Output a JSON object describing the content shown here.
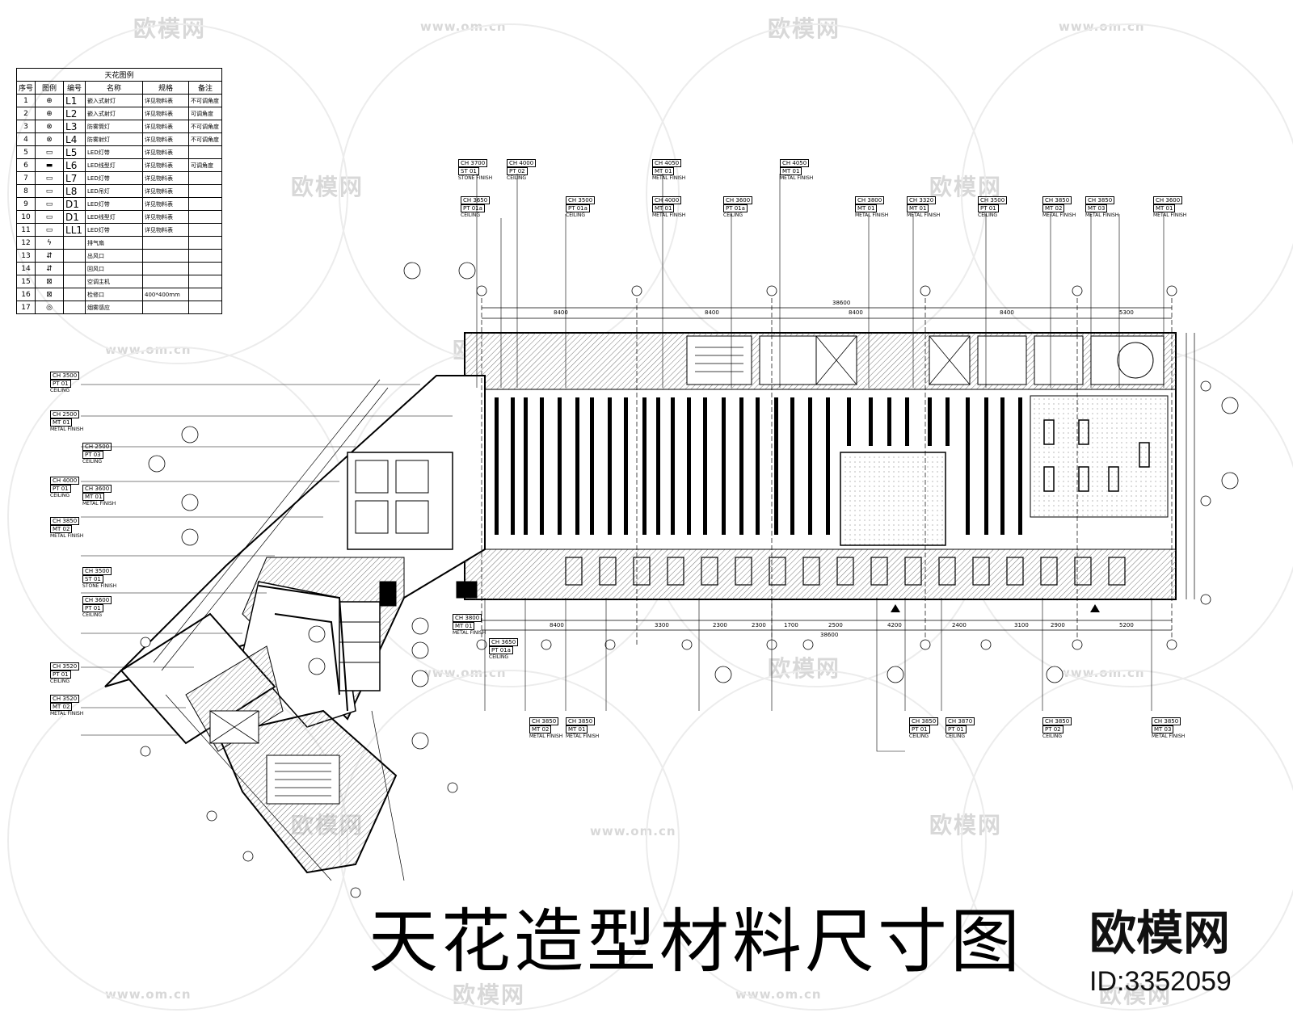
{
  "watermark": {
    "logo": "欧模网",
    "url": "www.om.cn"
  },
  "legend": {
    "title": "天花图例",
    "headers": [
      "序号",
      "图例",
      "编号",
      "名称",
      "规格",
      "备注"
    ],
    "rows": [
      {
        "n": "1",
        "code": "L1",
        "name": "嵌入式射灯",
        "spec": "详见物料表",
        "note": "不可调角度"
      },
      {
        "n": "2",
        "code": "L2",
        "name": "嵌入式射灯",
        "spec": "详见物料表",
        "note": "可调角度"
      },
      {
        "n": "3",
        "code": "L3",
        "name": "防雾筒灯",
        "spec": "详见物料表",
        "note": "不可调角度"
      },
      {
        "n": "4",
        "code": "L4",
        "name": "防雾射灯",
        "spec": "详见物料表",
        "note": "不可调角度"
      },
      {
        "n": "5",
        "code": "L5",
        "name": "LED灯带",
        "spec": "详见物料表",
        "note": ""
      },
      {
        "n": "6",
        "code": "L6",
        "name": "LED线型灯",
        "spec": "详见物料表",
        "note": "可调角度"
      },
      {
        "n": "7",
        "code": "L7",
        "name": "LED灯带",
        "spec": "详见物料表",
        "note": ""
      },
      {
        "n": "8",
        "code": "L8",
        "name": "LED吊灯",
        "spec": "详见物料表",
        "note": ""
      },
      {
        "n": "9",
        "code": "D1",
        "name": "LED灯带",
        "spec": "详见物料表",
        "note": ""
      },
      {
        "n": "10",
        "code": "D1",
        "name": "LED线型灯",
        "spec": "详见物料表",
        "note": ""
      },
      {
        "n": "11",
        "code": "LL1",
        "name": "LED灯带",
        "spec": "详见物料表",
        "note": ""
      },
      {
        "n": "12",
        "code": "",
        "name": "排气扇",
        "spec": "",
        "note": ""
      },
      {
        "n": "13",
        "code": "",
        "name": "出风口",
        "spec": "",
        "note": ""
      },
      {
        "n": "14",
        "code": "",
        "name": "回风口",
        "spec": "",
        "note": ""
      },
      {
        "n": "15",
        "code": "",
        "name": "空调主机",
        "spec": "",
        "note": ""
      },
      {
        "n": "16",
        "code": "",
        "name": "检修口",
        "spec": "400*400mm",
        "note": ""
      },
      {
        "n": "17",
        "code": "",
        "name": "烟雾感应",
        "spec": "",
        "note": ""
      }
    ]
  },
  "dimensions": {
    "top": [
      "8400",
      "8400",
      "8400",
      "8400",
      "5300"
    ],
    "top_total": "38600",
    "bottom": [
      "8400",
      "3300",
      "2300",
      "2300",
      "1700",
      "2500",
      "4200",
      "2400",
      "3100",
      "2900",
      "5200"
    ],
    "bottom_total": "38600"
  },
  "tags": [
    {
      "id": "t1",
      "ch": "CH 3700",
      "code": "ST 01",
      "cap": "STONE FINISH"
    },
    {
      "id": "t2",
      "ch": "CH 4000",
      "code": "PT 02",
      "cap": "CEILING"
    },
    {
      "id": "t3",
      "ch": "CH 3650",
      "code": "PT 01a",
      "cap": "CEILING"
    },
    {
      "id": "t4",
      "ch": "CH 4050",
      "code": "MT 01",
      "cap": "METAL FINISH"
    },
    {
      "id": "t5",
      "ch": "CH 4050",
      "code": "MT 01",
      "cap": "METAL FINISH"
    },
    {
      "id": "t6",
      "ch": "CH 4000",
      "code": "MT 01",
      "cap": "METAL FINISH"
    },
    {
      "id": "t7",
      "ch": "CH 3800",
      "code": "MT 01",
      "cap": "METAL FINISH"
    },
    {
      "id": "t8",
      "ch": "CH 3320",
      "code": "MT 01",
      "cap": "METAL FINISH"
    },
    {
      "id": "t9",
      "ch": "CH 3500",
      "code": "PT 01",
      "cap": "CEILING"
    },
    {
      "id": "t10",
      "ch": "CH 3850",
      "code": "MT 02",
      "cap": "METAL FINISH"
    },
    {
      "id": "t11",
      "ch": "CH 3850",
      "code": "MT 03",
      "cap": "METAL FINISH"
    },
    {
      "id": "t12",
      "ch": "CH 3600",
      "code": "MT 01",
      "cap": "METAL FINISH"
    },
    {
      "id": "t13",
      "ch": "CH 3500",
      "code": "PT 01a",
      "cap": "CEILING"
    },
    {
      "id": "t14",
      "ch": "CH 3600",
      "code": "PT 01a",
      "cap": "CEILING"
    },
    {
      "id": "t15",
      "ch": "CH 3500",
      "code": "PT 01",
      "cap": "CEILING"
    },
    {
      "id": "t16",
      "ch": "CH 2500",
      "code": "MT 01",
      "cap": "METAL FINISH"
    },
    {
      "id": "t17",
      "ch": "CH 4000",
      "code": "PT 01",
      "cap": "CEILING"
    },
    {
      "id": "t18",
      "ch": "CH 3850",
      "code": "MT 02",
      "cap": "METAL FINISH"
    },
    {
      "id": "t19",
      "ch": "CH 3520",
      "code": "PT 01",
      "cap": "CEILING"
    },
    {
      "id": "t20",
      "ch": "CH 3520",
      "code": "MT 02",
      "cap": "METAL FINISH"
    },
    {
      "id": "t21",
      "ch": "CH 2500",
      "code": "PT 03",
      "cap": "CEILING"
    },
    {
      "id": "t22",
      "ch": "CH 3600",
      "code": "MT 01",
      "cap": "METAL FINISH"
    },
    {
      "id": "t23",
      "ch": "CH 3500",
      "code": "ST 01",
      "cap": "STONE FINISH"
    },
    {
      "id": "t24",
      "ch": "CH 3600",
      "code": "PT 01",
      "cap": "CEILING"
    },
    {
      "id": "t25",
      "ch": "CH 3800",
      "code": "MT 01",
      "cap": "METAL FINISH"
    },
    {
      "id": "t26",
      "ch": "CH 3650",
      "code": "PT 01a",
      "cap": "CEILING"
    },
    {
      "id": "t27",
      "ch": "CH 3850",
      "code": "MT 02",
      "cap": "METAL FINISH"
    },
    {
      "id": "t28",
      "ch": "CH 3850",
      "code": "MT 01",
      "cap": "METAL FINISH"
    },
    {
      "id": "t29",
      "ch": "CH 3850",
      "code": "PT 01",
      "cap": "CEILING"
    },
    {
      "id": "t30",
      "ch": "CH 3870",
      "code": "PT 01",
      "cap": "CEILING"
    },
    {
      "id": "t31",
      "ch": "CH 3850",
      "code": "PT 02",
      "cap": "CEILING"
    },
    {
      "id": "t32",
      "ch": "CH 3850",
      "code": "MT 03",
      "cap": "METAL FINISH"
    }
  ],
  "title": "天花造型材料尺寸图",
  "brand": "欧模网",
  "image_id": "ID:3352059"
}
